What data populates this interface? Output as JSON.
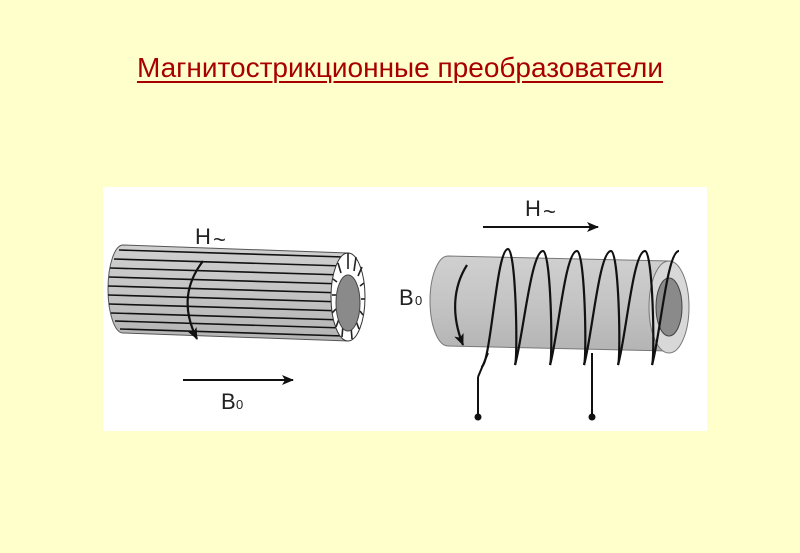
{
  "title": "Магнитострикционные преобразователи",
  "left_figure": {
    "h_label": "H",
    "h_tilde": "~",
    "b_label": "B",
    "b_sub": "0"
  },
  "right_figure": {
    "h_label": "H",
    "h_tilde": "~",
    "b_label": "B",
    "b_sub": "0"
  }
}
